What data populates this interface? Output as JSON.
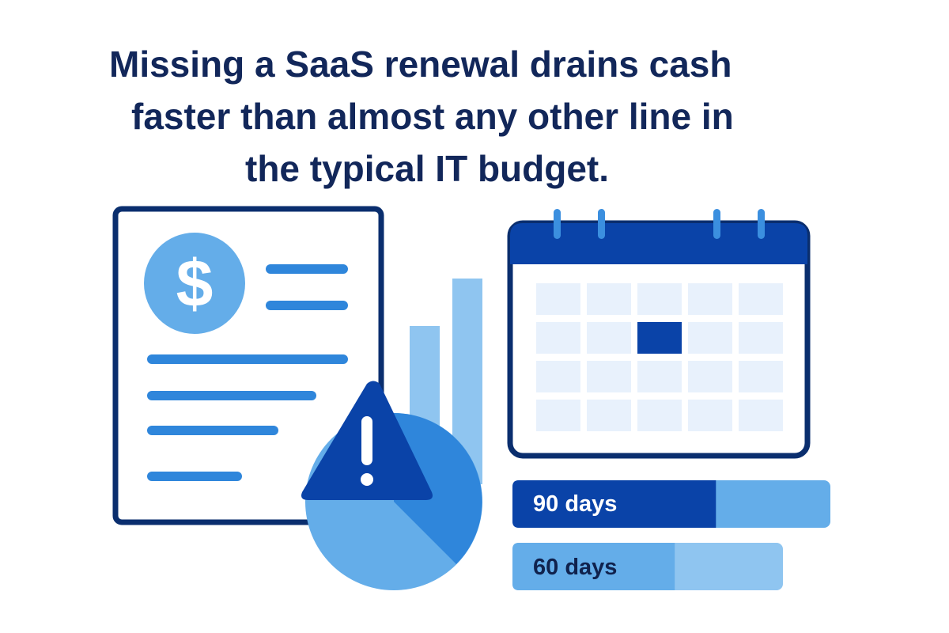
{
  "headline": {
    "line1": "Missing a SaaS renewal drains cash",
    "line2": "faster than almost any other line in",
    "line3": "the typical IT budget."
  },
  "document": {
    "icon": "dollar-icon",
    "symbol": "$"
  },
  "warning": {
    "icon": "warning-icon",
    "symbol": "!"
  },
  "calendar": {
    "icon": "calendar-icon",
    "highlighted_cell": "row 2, col 3"
  },
  "renewal_bars": [
    {
      "label": "90 days",
      "fill_fraction": 0.64,
      "color": "#0a43a8",
      "track": "#64ade9"
    },
    {
      "label": "60 days",
      "fill_fraction": 0.6,
      "color": "#64ade9",
      "track": "#8fc5f0"
    }
  ],
  "colors": {
    "navy": "#0a2e6e",
    "primary": "#0a43a8",
    "blue": "#2f86db",
    "light_blue": "#64ade9",
    "pale_blue": "#e8f1fc",
    "text": "#12275a"
  }
}
